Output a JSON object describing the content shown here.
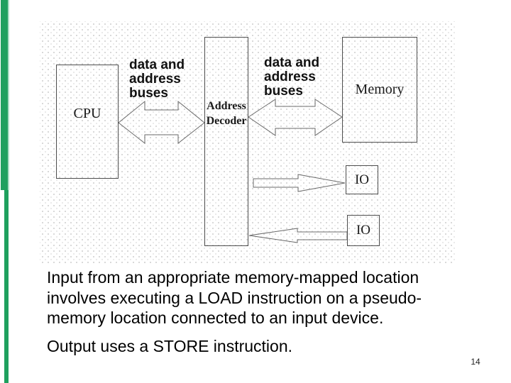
{
  "slide": {
    "page_number": "14",
    "accent_green": "#1fa05e",
    "box_border_color": "#4d4d4d",
    "dot_pattern_color": "#cccccc"
  },
  "diagram": {
    "blocks": {
      "cpu": "CPU",
      "address_decoder_line1": "Address",
      "address_decoder_line2": "Decoder",
      "memory": "Memory",
      "io_top": "IO",
      "io_bottom": "IO"
    },
    "labels": {
      "bus_label_left": [
        "data and",
        "address",
        "buses"
      ],
      "bus_label_right": [
        "data and",
        "address",
        "buses"
      ]
    },
    "arrows": [
      "cpu-decoder-bidirectional-bus",
      "decoder-memory-bidirectional-bus",
      "decoder-to-io-top",
      "io-bottom-to-decoder"
    ]
  },
  "text": {
    "p1_lines": [
      "Input from an appropriate memory-mapped location",
      "involves executing a LOAD instruction on a pseudo-",
      "memory location connected to an input device."
    ],
    "p2": "Output uses a STORE instruction."
  }
}
